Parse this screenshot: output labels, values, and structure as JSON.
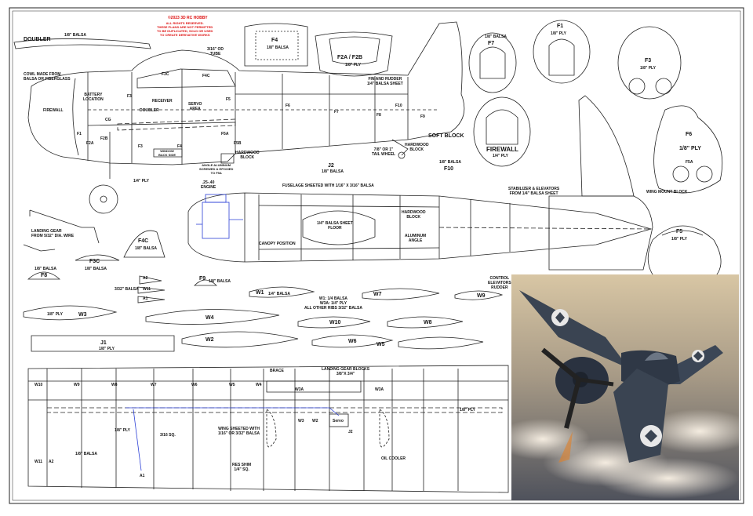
{
  "header": {
    "copyright": "©2023 3D RC HOBBY",
    "notice": "ALL RIGHTS RESERVED.\nTHESE PLANS ARE NOT PERMITTED\nTO BE DUPLICATED, SOLD OR USED\nTO CREATE DERIVATIVE WORKS"
  },
  "fuselage_side": {
    "doubler": "DOUBLER",
    "doubler_spec": "1/8\" BALSA",
    "cowl": "COWL MADE FROM\nBALSA OR FIBERGLASS",
    "firewall": "FIREWALL",
    "battery": "BATTERY\nLOCATION",
    "f3c": "F3C",
    "f4c": "F4C",
    "f3": "F3",
    "f5": "F5",
    "f6": "F6",
    "f7": "F7",
    "f8": "F8",
    "f9": "F9",
    "f10": "F10",
    "receiver": "RECEIVER",
    "servo": "SERVO\nAREA",
    "doubler2": "DOUBLER",
    "cg": "CG",
    "f1": "F1",
    "f2a": "F2A",
    "f2b": "F2B",
    "f3b": "F3",
    "f4": "F4",
    "f5a": "F5A",
    "f5b": "F5B",
    "window": "WINDOW\nBACK SIDE",
    "angle": "ANGLE ALUMINUM\nSCREWED & EPOXIED\nTO F5A",
    "hardwood": "HARDWOOD\nBLOCK",
    "ply": "1/4\" PLY",
    "tube": "3/16\" OD\nTUBE",
    "fin": "FIN AND RUDDER\n1/4\" BALSA SHEET",
    "soft_block": "SOFT BLOCK",
    "tail_wheel": "7/8\" OR 1\"\nTAIL WHEEL",
    "hardwood2": "HARDWOOD\nBLOCK"
  },
  "fuselage_top": {
    "sheeted": "FUSELAGE SHEETED WITH 1/16\" X 3/16\" BALSA",
    "engine": ".25-.40\nENGINE",
    "canopy": "CANOPY POSITION",
    "floor": "1/4\" BALSA SHEET\nFLOOR",
    "hardwood": "HARDWOOD\nBLOCK",
    "alum": "ALUMINUM\nANGLE",
    "stab": "STABILIZER & ELEVATORS\nFROM 1/4\" BALSA SHEET"
  },
  "formers": {
    "f4_name": "F4",
    "f4_spec": "1/8\" BALSA",
    "f2_name": "F2A / F2B",
    "f2_spec": "1/8\" PLY",
    "f7_name": "F7",
    "f7_spec": "1/8\" BALSA",
    "f1_name": "F1",
    "f1_spec": "1/8\" PLY",
    "f3_name": "F3",
    "f3_spec": "1/8\" PLY",
    "firewall_name": "FIREWALL",
    "firewall_spec": "1/4\" PLY",
    "f6_name": "F6",
    "f6_spec": "1/8\" PLY",
    "f5a_name": "F5A",
    "wing_block": "WING MOUNT BLOCK",
    "f5_name": "F5",
    "f5_spec": "1/8\" PLY",
    "j2_name": "J2",
    "j2_spec": "1/8\" BALSA",
    "f10_name": "F10",
    "f10_spec": "1/8\" BALSA",
    "f4c_name": "F4C",
    "f4c_spec": "1/8\" BALSA",
    "f3c_name": "F3C",
    "f3c_spec": "1/8\" BALSA",
    "f8_name": "F8",
    "f8_spec": "1/8\" BALSA",
    "f9_name": "F9",
    "f9_spec": "1/8\" BALSA"
  },
  "gear": {
    "label": "LANDING GEAR\nFROM 5/32\" DIA. WIRE"
  },
  "ribs": {
    "a2": "A2",
    "a1": "A1",
    "w11": "W11",
    "spec_small": "3/32\" BALSA",
    "w1": "W1",
    "w1_spec": "1/4\" BALSA",
    "w1_note": "W1: 1/4 BALSA\nW3A: 1/4\" PLY\nALL OTHER RIBS 3/32\" BALSA",
    "w7": "W7",
    "w3": "W3",
    "w3_spec": "1/8\" PLY",
    "w4": "W4",
    "w10": "W10",
    "w8": "W8",
    "j1": "J1",
    "j1_spec": "1/8\" PLY",
    "w2": "W2",
    "w6": "W6",
    "w5": "W5",
    "w9": "W9",
    "control": "CONTROL\nELEVATORS\nRUDDER"
  },
  "wing": {
    "w10": "W10",
    "w9": "W9",
    "w8": "W8",
    "w7": "W7",
    "w6": "W6",
    "w5": "W5",
    "w4": "W4",
    "w3a": "W3A",
    "w3b": "W3A",
    "w2": "W2",
    "w3": "W3",
    "brace": "BRACE",
    "gear_blocks": "LANDING GEAR BLOCKS\n3/8\"X 3/4\"",
    "ply": "1/8\" PLY",
    "sq": "3/16 SQ.",
    "sheeted": "WING SHEETED WITH\n1/16\" OR 3/32\" BALSA",
    "balsa": "1/8\" BALSA",
    "w11": "W11",
    "a2": "A2",
    "a1": "A1",
    "res_shim": "RES SHIM\n1/4\" SQ.",
    "oil_cooler": "OIL COOLER",
    "j2": "J2",
    "servo": "Servo",
    "ply2": "1/8\" PLY"
  },
  "photo": {
    "subject": "fighter-plane-photo"
  },
  "colors": {
    "line": "#222222",
    "linkage": "#2a3fd6",
    "notice": "#dd1111",
    "sky_top": "#d9c7a6",
    "sky_bottom": "#5b5d66",
    "plane": "#3a4452"
  }
}
